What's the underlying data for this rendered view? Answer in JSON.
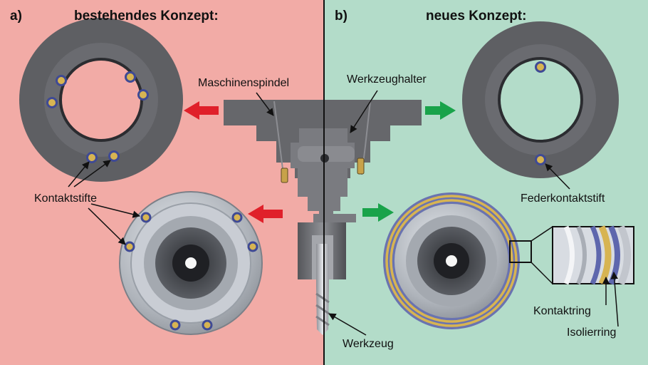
{
  "panel_a": {
    "marker": "a)",
    "title": "bestehendes Konzept:",
    "background": "#f2aba6"
  },
  "panel_b": {
    "marker": "b)",
    "title": "neues Konzept:",
    "background": "#b3dcc9"
  },
  "labels": {
    "spindle": "Maschinenspindel",
    "holder": "Werkzeughalter",
    "contact_pins": "Kontaktstifte",
    "spring_pin": "Federkontaktstift",
    "tool": "Werkzeug",
    "contact_ring": "Kontaktring",
    "insulation_ring": "Isolierring"
  },
  "colors": {
    "arrow_old": "#e0202a",
    "arrow_new": "#19a34a",
    "metal_dark": "#55555a",
    "metal_light": "#c4c8d0",
    "contact_gold": "#d7b452",
    "insulator_blue": "#5863a8"
  }
}
